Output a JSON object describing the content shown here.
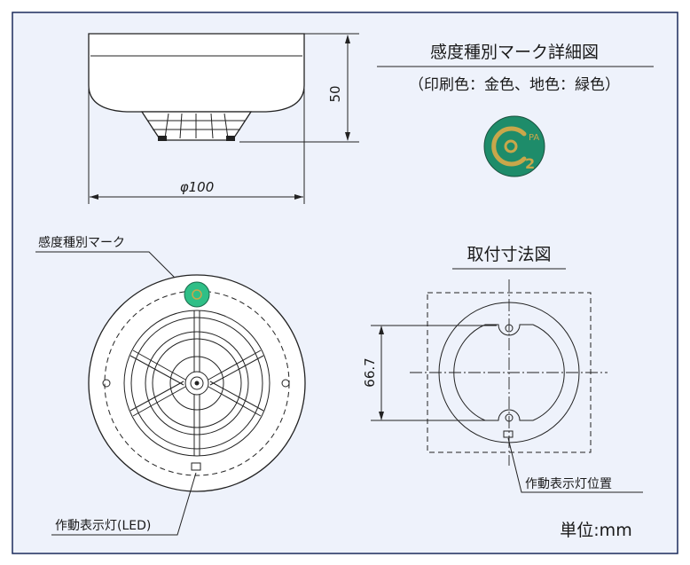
{
  "detail": {
    "title": "感度種別マーク詳細図",
    "subtitle": "（印刷色：金色、地色：緑色）",
    "badge_text_pa": "PA",
    "badge_text_digit": "2",
    "badge_fg": "#c9a74a",
    "badge_bg": "#1e8c6a"
  },
  "side_view": {
    "dim_height": "50",
    "dim_diameter": "φ100"
  },
  "bottom_view": {
    "mark_label": "感度種別マーク",
    "led_label": "作動表示灯(LED)",
    "mark_color": "#2fbf87"
  },
  "mounting": {
    "title": "取付寸法図",
    "dim_pitch": "66.7",
    "led_position_label": "作動表示灯位置"
  },
  "unit_label": "単位:mm",
  "colors": {
    "background": "#eef2fb",
    "frame": "#1a2b5c",
    "line": "#222222"
  }
}
